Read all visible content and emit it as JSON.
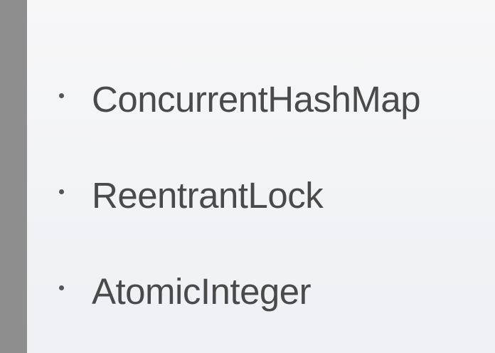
{
  "slide": {
    "bullets": [
      {
        "text": "ConcurrentHashMap"
      },
      {
        "text": "ReentrantLock"
      },
      {
        "text": "AtomicInteger"
      }
    ]
  },
  "colors": {
    "side_bar": "#8e8e8e",
    "text": "#4a4a4a",
    "background": "#f2f3f5"
  }
}
